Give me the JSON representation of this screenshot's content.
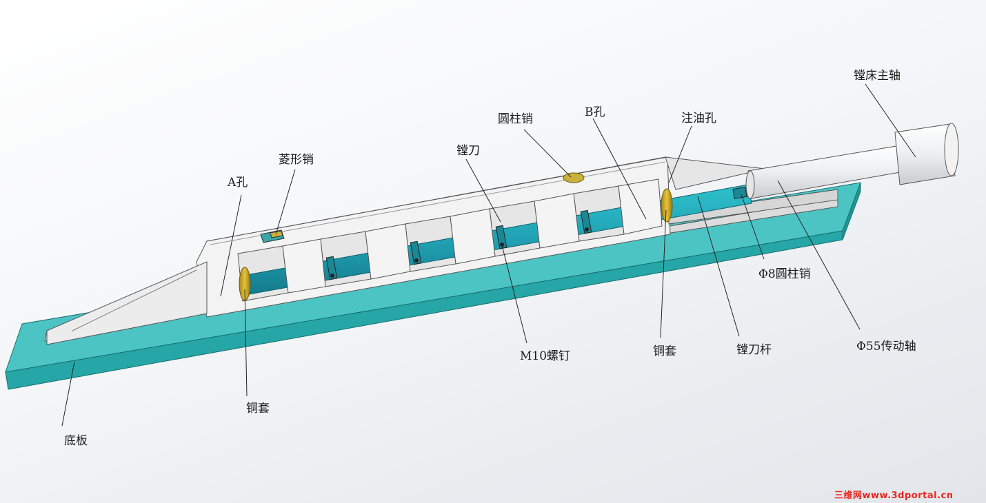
{
  "labels": {
    "spindle": "镗床主轴",
    "oil_hole": "注油孔",
    "b_hole": "B孔",
    "cyl_pin": "圆柱销",
    "boring_tool": "镗刀",
    "diamond_pin": "菱形销",
    "a_hole": "A孔",
    "phi8_pin": "Φ8圆柱销",
    "phi55_shaft": "Φ55传动轴",
    "boring_bar": "镗刀杆",
    "bushing_right": "铜套",
    "m10_screw": "M10螺钉",
    "bushing_left": "铜套",
    "base_plate": "底板"
  },
  "watermark": "三维网www.3dportal.cn",
  "colors": {
    "base_top": "#4cc4c4",
    "base_side": "#26a6a6",
    "base_end": "#1f9696",
    "bar": "#29a9b8",
    "bush": "#d4b028",
    "fixture": "#f2f2f2"
  }
}
